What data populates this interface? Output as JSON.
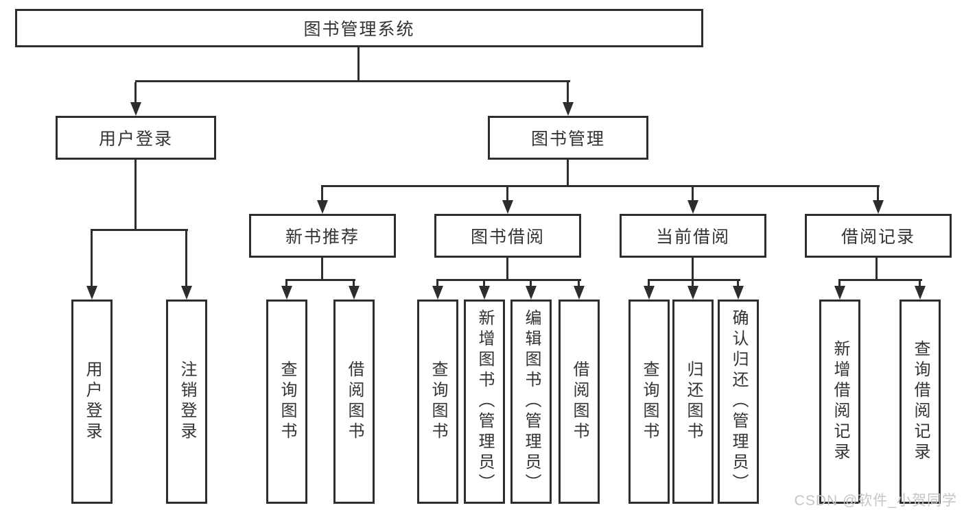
{
  "diagram": {
    "root": {
      "label": "图书管理系统"
    },
    "branches": [
      {
        "label": "用户登录",
        "children": [
          {
            "label": "用户登录"
          },
          {
            "label": "注销登录"
          }
        ]
      },
      {
        "label": "图书管理",
        "children": [
          {
            "label": "新书推荐",
            "children": [
              {
                "label": "查询图书"
              },
              {
                "label": "借阅图书"
              }
            ]
          },
          {
            "label": "图书借阅",
            "children": [
              {
                "label": "查询图书"
              },
              {
                "label": "新增图书（管理员）"
              },
              {
                "label": "编辑图书（管理员）"
              },
              {
                "label": "借阅图书"
              }
            ]
          },
          {
            "label": "当前借阅",
            "children": [
              {
                "label": "查询图书"
              },
              {
                "label": "归还图书"
              },
              {
                "label": "确认归还（管理员）"
              }
            ]
          },
          {
            "label": "借阅记录",
            "children": [
              {
                "label": "新增借阅记录"
              },
              {
                "label": "查询借阅记录"
              }
            ]
          }
        ]
      }
    ]
  },
  "watermark": {
    "text": "CSDN @软件_小贺同学"
  },
  "colors": {
    "line": "#2d2d2d",
    "text": "#333333",
    "watermark": "#c5c5c5",
    "background": "#ffffff"
  }
}
